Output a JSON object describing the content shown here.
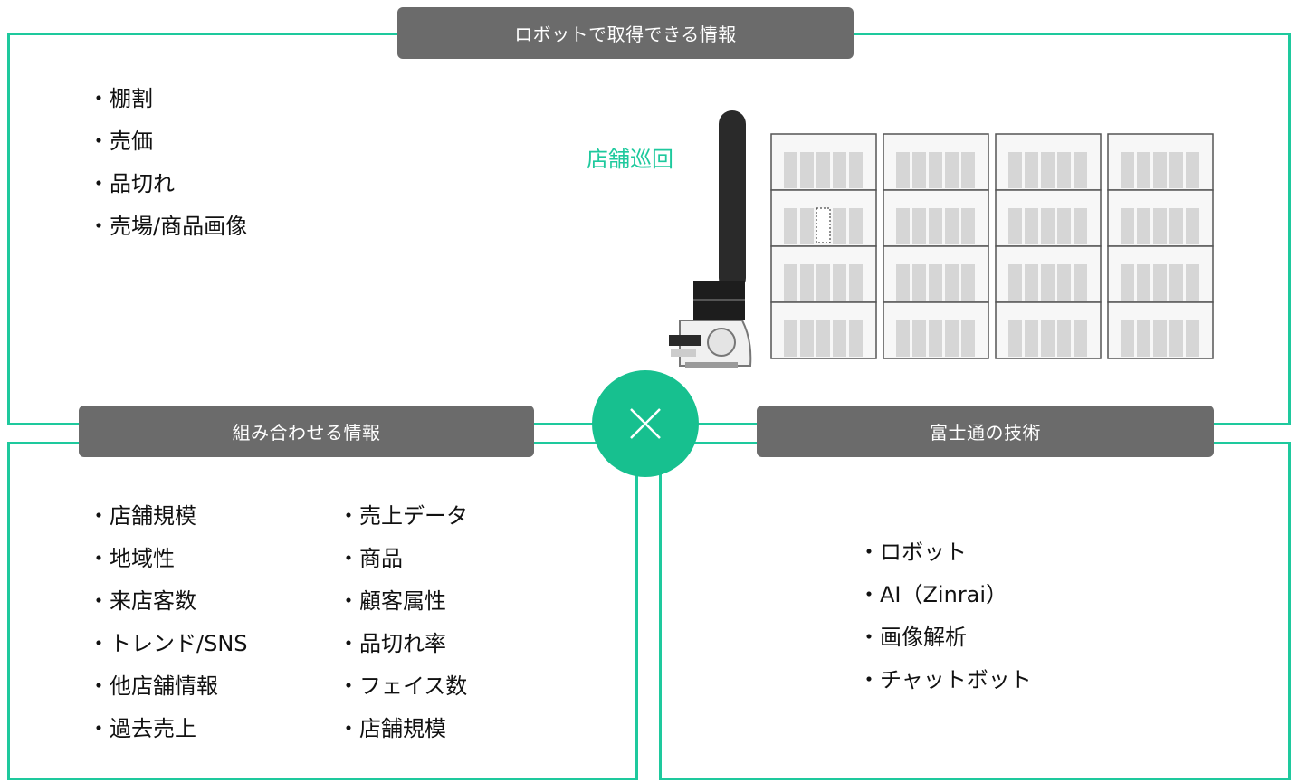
{
  "top_section": {
    "title": "ロボットで取得できる情報",
    "items": [
      "・棚割",
      "・売価",
      "・品切れ",
      "・売場/商品画像"
    ],
    "patrol_label": "店舗巡回"
  },
  "combine_section": {
    "title": "組み合わせる情報",
    "column1": [
      "・店舗規模",
      "・地域性",
      "・来店客数",
      "・トレンド/SNS",
      "・他店舗情報",
      "・過去売上"
    ],
    "column2": [
      "・売上データ",
      "・商品",
      "・顧客属性",
      "・品切れ率",
      "・フェイス数",
      "・店舗規模"
    ]
  },
  "fujitsu_section": {
    "title": "富士通の技術",
    "items": [
      "・ロボット",
      "・AI（Zinrai）",
      "・画像解析",
      "・チャットボット"
    ]
  },
  "cross_icon": "multiply-icon",
  "colors": {
    "accent": "#1ec99d",
    "header_bg": "#6b6b6b",
    "circle": "#17c08f"
  }
}
